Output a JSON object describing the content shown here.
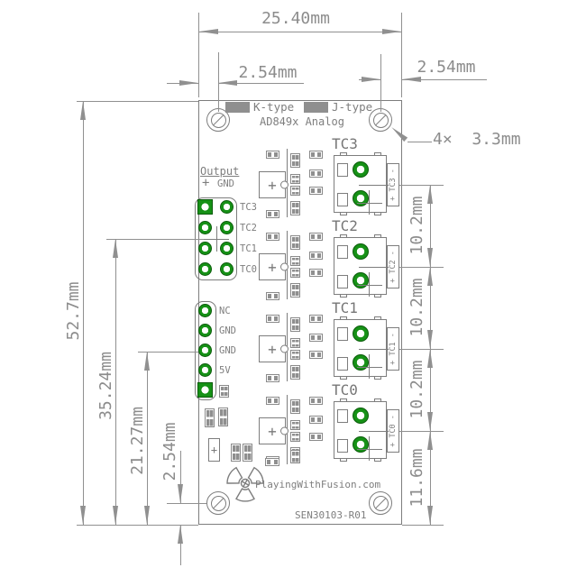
{
  "drawing": {
    "dims": {
      "board_width": "25.40mm",
      "pitch_top_left": "2.54mm",
      "pitch_top_right": "2.54mm",
      "mount_holes": "4×  3.3mm",
      "board_height": "52.7mm",
      "output_center": "35.24mm",
      "gnd_row": "21.27mm",
      "hole_edge": "2.54mm",
      "tc_spacing": [
        "10.2mm",
        "10.2mm",
        "10.2mm",
        "11.6mm"
      ]
    },
    "board": {
      "legend": {
        "k": "K-type",
        "j": "J-type",
        "subtitle": "AD849x Analog"
      },
      "output": {
        "title": "Output",
        "plus": "+",
        "gnd": "GND",
        "pins": [
          "TC3",
          "TC2",
          "TC1",
          "TC0"
        ]
      },
      "power": {
        "pins": [
          "NC",
          "GND",
          "GND",
          "5V"
        ]
      },
      "channels": [
        {
          "label": "TC3",
          "tab": "+ TC3 -"
        },
        {
          "label": "TC2",
          "tab": "+ TC2 -"
        },
        {
          "label": "TC1",
          "tab": "+ TC1 -"
        },
        {
          "label": "TC0",
          "tab": "+ TC0 -"
        }
      ],
      "marks": {
        "ic_plus": "+",
        "cap_plus": "+"
      },
      "branding": {
        "site": "PlayingWithFusion.com",
        "part": "SEN30103-R01"
      }
    },
    "colors": {
      "line": "#7d7d7d",
      "dim": "#909090",
      "pad_green": "#169116",
      "pad_green_dark": "#0b5c0b",
      "fill_gray": "#8f8f8f"
    }
  }
}
